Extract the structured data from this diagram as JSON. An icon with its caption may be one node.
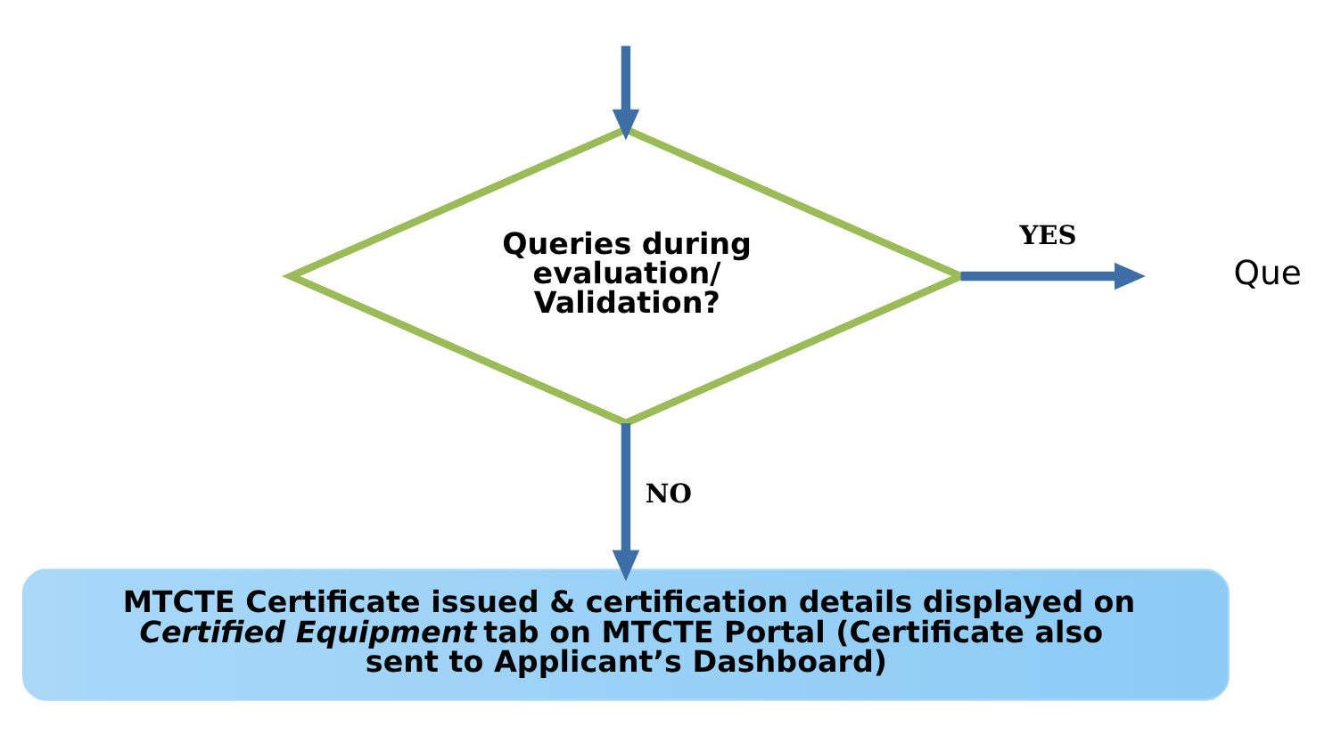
{
  "diagram": {
    "nodes": [
      {
        "text": [
          "Queries during evaluation/ Validation?"
        ]
      },
      {
        "text": [
          "MTCTE Certificate issued & certification details displayed on *Certified Equipment* tab on MTCTE Portal (Certificate also sent to Applicant’s Dashboard)"
        ]
      }
    ],
    "edges": [
      {
        "from": 0,
        "to": null,
        "arrow": "to",
        "label": "YES"
      },
      {
        "from": null,
        "to": 0,
        "arrow": "to"
      },
      {
        "from": 0,
        "to": 1,
        "arrow": "to",
        "label": "NO"
      }
    ],
    "labels": [
      "Que"
    ]
  }
}
